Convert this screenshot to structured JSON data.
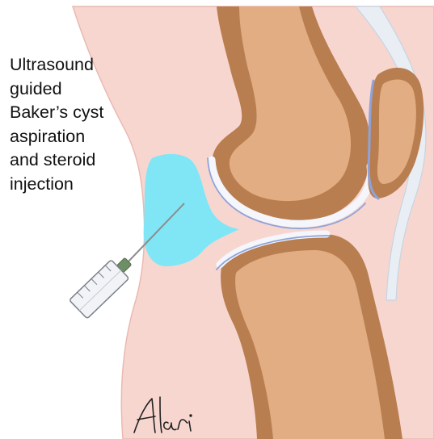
{
  "caption": {
    "lines": [
      "Ultrasound",
      "guided",
      "Baker’s cyst",
      "aspiration",
      "and steroid",
      "injection"
    ]
  },
  "signature": "Alari",
  "colors": {
    "skin": "#f8d6d0",
    "skin_outline": "#eab9b2",
    "bone_cortex": "#b97e50",
    "bone_marrow": "#e2ad83",
    "cartilage": "#f4f6fb",
    "cartilage_edge": "#8fa3d8",
    "cyst": "#80e6f6",
    "syringe_barrel": "#f1f3f6",
    "needle_hub": "#6e8f66"
  }
}
